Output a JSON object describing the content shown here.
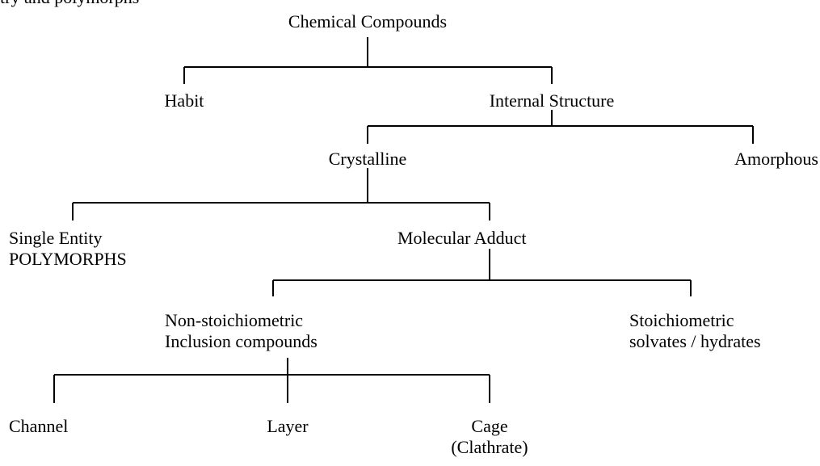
{
  "header_fragment": "try and polymorphs",
  "nodes": {
    "root": "Chemical Compounds",
    "habit": "Habit",
    "internal_structure": "Internal Structure",
    "crystalline": "Crystalline",
    "amorphous": "Amorphous",
    "single_entity": {
      "line1": "Single Entity",
      "line2": "POLYMORPHS"
    },
    "molecular_adduct": "Molecular Adduct",
    "non_stoichiometric": {
      "line1": "Non-stoichiometric",
      "line2": "Inclusion compounds"
    },
    "stoichiometric": {
      "line1": "Stoichiometric",
      "line2": "solvates / hydrates"
    },
    "channel": "Channel",
    "layer": "Layer",
    "cage": {
      "line1": "Cage",
      "line2": "(Clathrate)"
    }
  }
}
